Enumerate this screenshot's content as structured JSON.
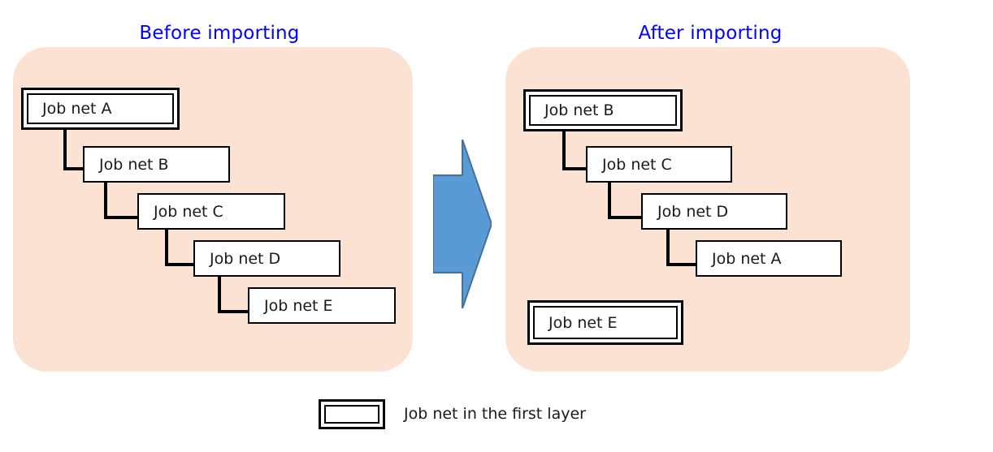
{
  "colors": {
    "panel_background": "#FBE2D3",
    "title_text": "#0000FF",
    "box_border": "#000000",
    "box_fill": "#FFFFFF",
    "arrow_fill": "#5B9BD5",
    "arrow_stroke": "#41719C"
  },
  "panels": {
    "before": {
      "title": "Before importing",
      "boxes": [
        {
          "label": "Job net A",
          "first_layer": true
        },
        {
          "label": "Job net B",
          "first_layer": false
        },
        {
          "label": "Job net C",
          "first_layer": false
        },
        {
          "label": "Job net D",
          "first_layer": false
        },
        {
          "label": "Job net E",
          "first_layer": false
        }
      ]
    },
    "after": {
      "title": "After importing",
      "boxes": [
        {
          "label": "Job net B",
          "first_layer": true
        },
        {
          "label": "Job net C",
          "first_layer": false
        },
        {
          "label": "Job net D",
          "first_layer": false
        },
        {
          "label": "Job net A",
          "first_layer": false
        },
        {
          "label": "Job net E",
          "first_layer": true
        }
      ]
    }
  },
  "arrow": {
    "name": "right-arrow-icon",
    "direction": "right"
  },
  "legend": {
    "text": "Job net in the first layer"
  }
}
